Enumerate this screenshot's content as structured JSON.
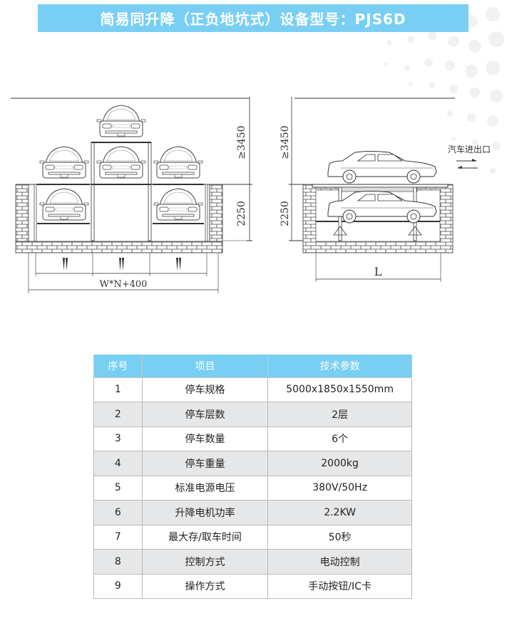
{
  "title": "简易同升降（正负地坑式）设备型号：PJS6D",
  "colors": {
    "accent": "#79cff3",
    "row_alt": "#e6e7e8",
    "line": "#333333"
  },
  "front_view": {
    "dim_top": "≥3450",
    "dim_pit": "2250",
    "dim_width": "W*N+400",
    "car_count": 6
  },
  "side_view": {
    "dim_top": "≥3450",
    "dim_pit": "2250",
    "dim_length": "L",
    "entrance_label": "汽车进出口",
    "icons": [
      "arrow-right-icon",
      "arrow-left-icon"
    ]
  },
  "spec_table": {
    "headers": [
      "序号",
      "项目",
      "技术参数"
    ],
    "rows": [
      {
        "no": "1",
        "item": "停车规格",
        "value": "5000x1850x1550mm"
      },
      {
        "no": "2",
        "item": "停车层数",
        "value": "2层"
      },
      {
        "no": "3",
        "item": "停车数量",
        "value": "6个"
      },
      {
        "no": "4",
        "item": "停车重量",
        "value": "2000kg"
      },
      {
        "no": "5",
        "item": "标准电源电压",
        "value": "380V/50Hz"
      },
      {
        "no": "6",
        "item": "升降电机功率",
        "value": "2.2KW"
      },
      {
        "no": "7",
        "item": "最大存/取车时间",
        "value": "50秒"
      },
      {
        "no": "8",
        "item": "控制方式",
        "value": "电动控制"
      },
      {
        "no": "9",
        "item": "操作方式",
        "value": "手动按钮/IC卡"
      }
    ]
  }
}
